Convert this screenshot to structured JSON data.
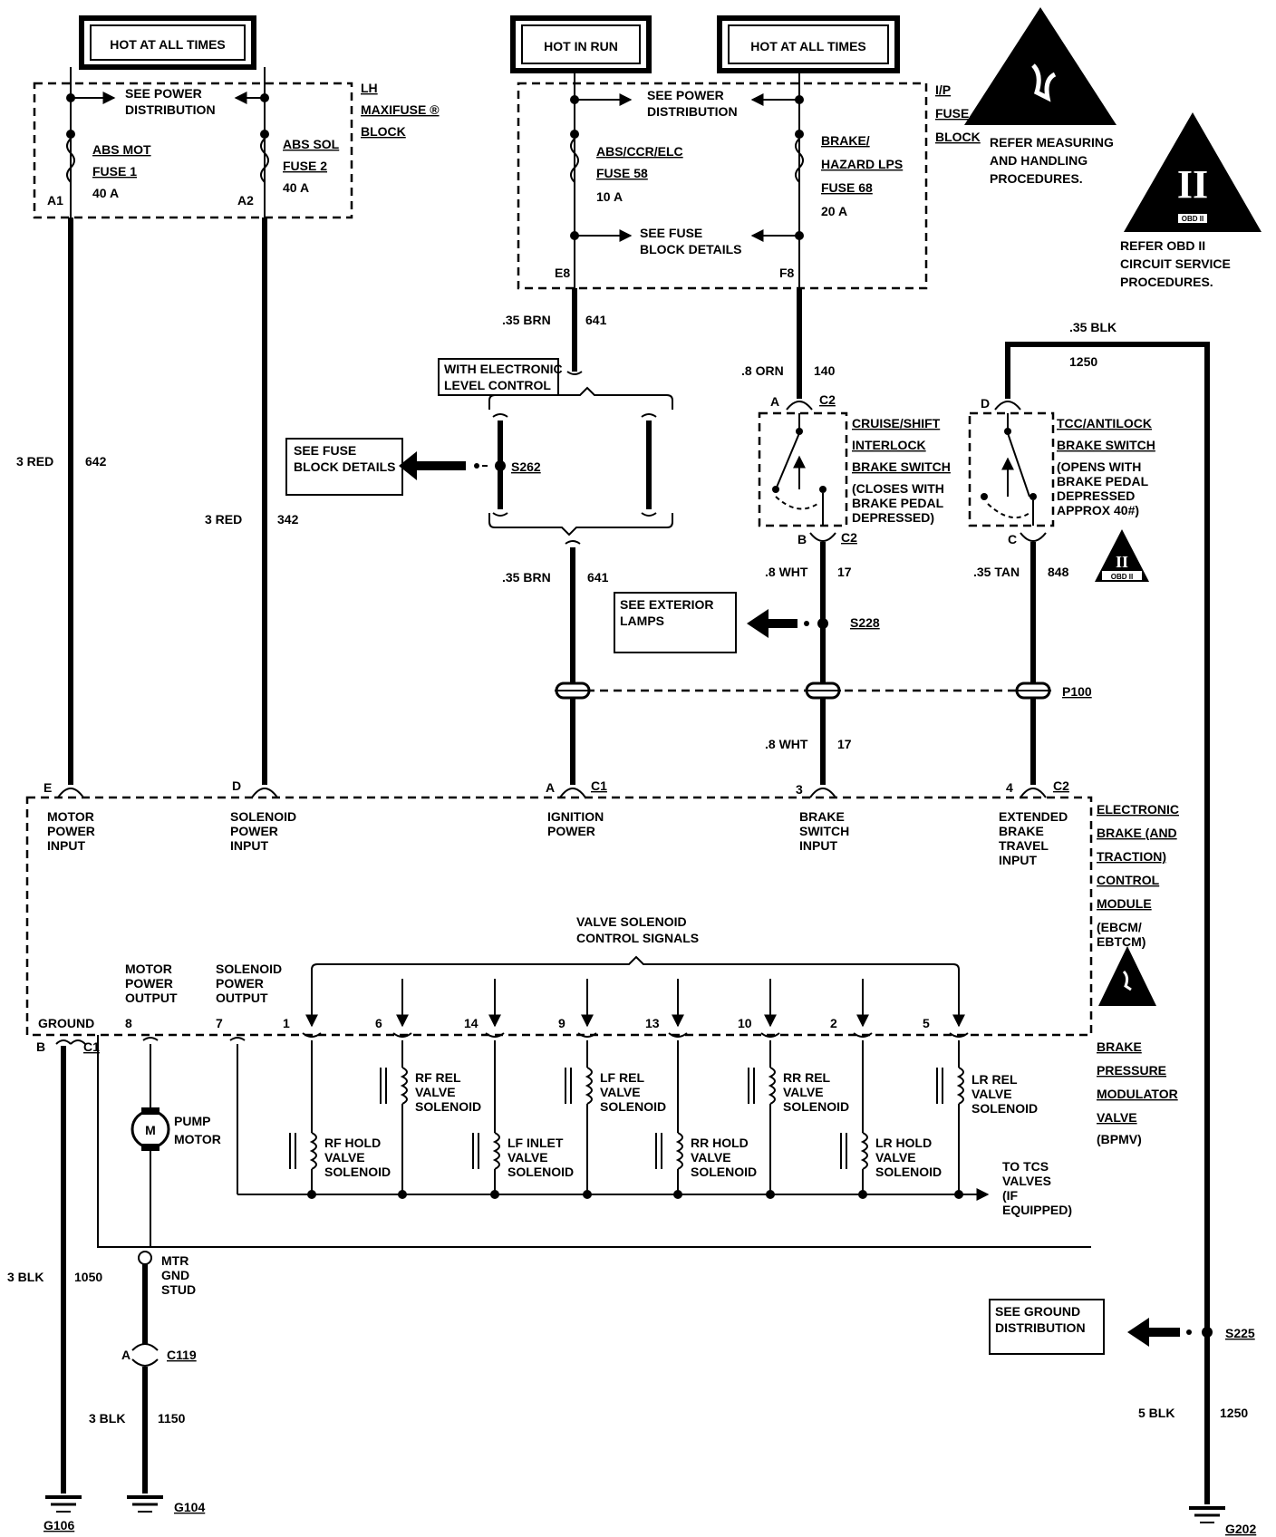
{
  "supply": {
    "hot_at_all_times_left": "HOT AT ALL TIMES",
    "hot_in_run": "HOT IN RUN",
    "hot_at_all_times_right": "HOT AT ALL TIMES"
  },
  "lh_maxifuse": {
    "title_lines": [
      "LH",
      "MAXIFUSE ®",
      "BLOCK"
    ],
    "see_power_dist": [
      "SEE POWER",
      "DISTRIBUTION"
    ],
    "fuse1": [
      "ABS MOT",
      "FUSE 1",
      "40 A"
    ],
    "fuse2": [
      "ABS SOL",
      "FUSE 2",
      "40 A"
    ],
    "pin_a1": "A1",
    "pin_a2": "A2"
  },
  "ip_fuse": {
    "title_lines": [
      "I/P",
      "FUSE",
      "BLOCK"
    ],
    "see_power_dist": [
      "SEE POWER",
      "DISTRIBUTION"
    ],
    "fuse58": [
      "ABS/CCR/ELC",
      "FUSE 58",
      "10 A"
    ],
    "fuse68": [
      "BRAKE/",
      "HAZARD LPS",
      "FUSE 68",
      "20 A"
    ],
    "see_fuse_block": [
      "SEE FUSE",
      "BLOCK DETAILS"
    ],
    "pin_e8": "E8",
    "pin_f8": "F8"
  },
  "notes": {
    "esd": [
      "REFER MEASURING",
      "AND HANDLING",
      "PROCEDURES."
    ],
    "obd": [
      "REFER OBD II",
      "CIRCUIT SERVICE",
      "PROCEDURES."
    ],
    "obd_small": "OBD II",
    "obd_roman": "II"
  },
  "wires": {
    "w642": [
      "3 RED",
      "642"
    ],
    "w342": [
      "3 RED",
      "342"
    ],
    "w641a": [
      ".35 BRN",
      "641"
    ],
    "w641b": [
      ".35 BRN",
      "641"
    ],
    "w140": [
      ".8 ORN",
      "140"
    ],
    "w1250a": [
      ".35 BLK",
      "1250"
    ],
    "w17a": [
      ".8 WHT",
      "17"
    ],
    "w17b": [
      ".8 WHT",
      "17"
    ],
    "w848": [
      ".35 TAN",
      "848"
    ],
    "w1050": [
      "3 BLK",
      "1050"
    ],
    "w1150": [
      "3 BLK",
      "1150"
    ],
    "w1250b": [
      "5 BLK",
      "1250"
    ]
  },
  "splices": {
    "s262": "S262",
    "s228": "S228",
    "s225": "S225",
    "p100": "P100",
    "elc_box": [
      "WITH ELECTRONIC",
      "LEVEL CONTROL"
    ],
    "see_fuse_block_details": [
      "SEE FUSE",
      "BLOCK DETAILS"
    ],
    "see_exterior_lamps": [
      "SEE EXTERIOR",
      "LAMPS"
    ],
    "see_ground_dist": [
      "SEE GROUND",
      "DISTRIBUTION"
    ]
  },
  "switches": {
    "cruise": [
      "CRUISE/SHIFT",
      "INTERLOCK",
      "BRAKE SWITCH",
      "(CLOSES WITH",
      "BRAKE PEDAL",
      "DEPRESSED)"
    ],
    "tcc": [
      "TCC/ANTILOCK",
      "BRAKE SWITCH",
      "(OPENS WITH",
      "BRAKE PEDAL",
      "DEPRESSED",
      "APPROX 40#)"
    ],
    "pin_a": "A",
    "pin_b": "B",
    "pin_c": "C",
    "pin_d": "D",
    "c2": "C2"
  },
  "module": {
    "title_lines": [
      "ELECTRONIC",
      "BRAKE (AND",
      "TRACTION)",
      "CONTROL",
      "MODULE",
      "(EBCM/",
      "EBTCM)"
    ],
    "bpmv_lines": [
      "BRAKE",
      "PRESSURE",
      "MODULATOR",
      "VALVE",
      "(BPMV)"
    ],
    "inputs": [
      {
        "pin": "E",
        "lines": [
          "MOTOR",
          "POWER",
          "INPUT"
        ]
      },
      {
        "pin": "D",
        "lines": [
          "SOLENOID",
          "POWER",
          "INPUT"
        ]
      },
      {
        "pin": "A",
        "lines": [
          "IGNITION",
          "POWER"
        ]
      },
      {
        "pin": "3",
        "lines": [
          "BRAKE",
          "SWITCH",
          "INPUT"
        ]
      },
      {
        "pin": "4",
        "lines": [
          "EXTENDED",
          "BRAKE",
          "TRAVEL",
          "INPUT"
        ]
      }
    ],
    "c1": "C1",
    "c2": "C2",
    "valve_signals": [
      "VALVE SOLENOID",
      "CONTROL SIGNALS"
    ],
    "motor_power_output": [
      "MOTOR",
      "POWER",
      "OUTPUT"
    ],
    "solenoid_power_output": [
      "SOLENOID",
      "POWER",
      "OUTPUT"
    ],
    "ground": "GROUND",
    "ground_pin": "B",
    "ground_conn": "C1",
    "pin8": "8",
    "pin7": "7",
    "solenoid_pins": [
      "1",
      "6",
      "14",
      "9",
      "13",
      "10",
      "2",
      "5"
    ],
    "pump_motor": [
      "PUMP",
      "MOTOR"
    ],
    "motor_symbol": "M",
    "solenoids": [
      [
        "RF HOLD",
        "VALVE",
        "SOLENOID"
      ],
      [
        "RF REL",
        "VALVE",
        "SOLENOID"
      ],
      [
        "LF INLET",
        "VALVE",
        "SOLENOID"
      ],
      [
        "LF REL",
        "VALVE",
        "SOLENOID"
      ],
      [
        "RR HOLD",
        "VALVE",
        "SOLENOID"
      ],
      [
        "RR REL",
        "VALVE",
        "SOLENOID"
      ],
      [
        "LR HOLD",
        "VALVE",
        "SOLENOID"
      ],
      [
        "LR REL",
        "VALVE",
        "SOLENOID"
      ]
    ],
    "to_tcs": [
      "TO TCS",
      "VALVES",
      "(IF",
      "EQUIPPED)"
    ]
  },
  "grounds": {
    "mtr_gnd": [
      "MTR",
      "GND",
      "STUD"
    ],
    "c119": "C119",
    "c119_pin": "A",
    "g106": "G106",
    "g104": "G104",
    "g202": "G202"
  }
}
